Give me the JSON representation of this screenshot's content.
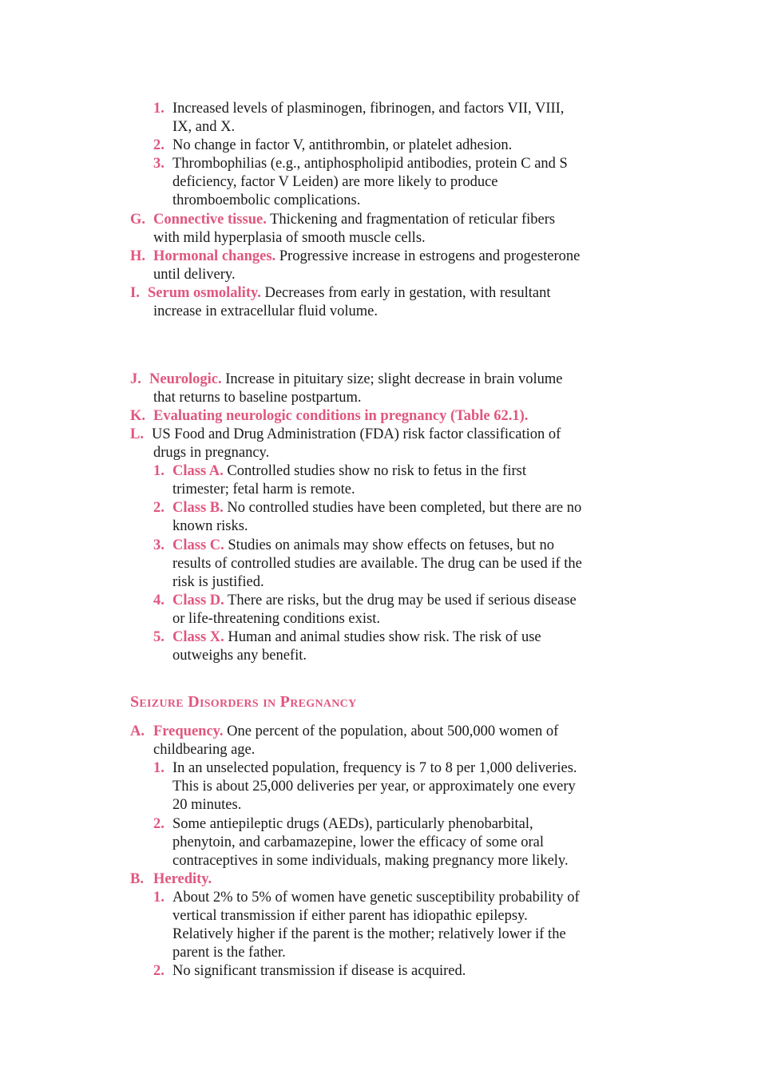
{
  "colors": {
    "accent": "#e0567f",
    "text": "#1a1a1a"
  },
  "items": [
    {
      "id": "f1",
      "num": "1.",
      "lines": [
        "Increased levels of plasminogen, fibrinogen, and factors VII, VIII,",
        "IX, and X."
      ]
    },
    {
      "id": "f2",
      "num": "2.",
      "lines": [
        "No change in factor V, antithrombin, or platelet adhesion."
      ]
    },
    {
      "id": "f3",
      "num": "3.",
      "lines": [
        "Thrombophilias (e.g., antiphospholipid antibodies, protein C and S",
        "deficiency, factor V Leiden) are more likely to produce",
        "thromboembolic complications."
      ]
    },
    {
      "id": "g",
      "num": "G.",
      "kw": "Connective tissue.",
      "lines": [
        " Thickening and fragmentation of reticular fibers",
        "with mild hyperplasia of smooth muscle cells."
      ]
    },
    {
      "id": "h",
      "num": "H.",
      "kw": "Hormonal changes.",
      "lines": [
        " Progressive increase in estrogens and progesterone",
        "until delivery."
      ]
    },
    {
      "id": "i",
      "num": "I.",
      "kw": "Serum osmolality.",
      "lines": [
        " Decreases from early in gestation, with resultant",
        "increase in extracellular fluid volume."
      ]
    },
    {
      "id": "j",
      "num": "J.",
      "kw": "Neurologic.",
      "lines": [
        " Increase in pituitary size; slight decrease in brain volume",
        "that returns to baseline postpartum."
      ]
    },
    {
      "id": "k",
      "num": "K.",
      "kw": "Evaluating neurologic conditions in pregnancy (Table 62.1).",
      "lines": [
        ""
      ]
    },
    {
      "id": "l",
      "num": "L.",
      "lines": [
        "US Food and Drug Administration (FDA) risk factor classification of",
        "drugs in pregnancy."
      ]
    },
    {
      "id": "l1",
      "num": "1.",
      "kw": "Class A.",
      "lines": [
        " Controlled studies show no risk to fetus in the first",
        "trimester; fetal harm is remote."
      ]
    },
    {
      "id": "l2",
      "num": "2.",
      "kw": "Class B.",
      "lines": [
        " No controlled studies have been completed, but there are no",
        "known risks."
      ]
    },
    {
      "id": "l3",
      "num": "3.",
      "kw": "Class C.",
      "lines": [
        " Studies on animals may show effects on fetuses, but no",
        "results of controlled studies are available. The drug can be used if the",
        "risk is justified."
      ]
    },
    {
      "id": "l4",
      "num": "4.",
      "kw": "Class D.",
      "lines": [
        " There are risks, but the drug may be used if serious disease",
        "or life-threatening conditions exist."
      ]
    },
    {
      "id": "l5",
      "num": "5.",
      "kw": "Class X.",
      "lines": [
        " Human and animal studies show risk. The risk of use",
        "outweighs any benefit."
      ]
    },
    {
      "id": "a",
      "num": "A.",
      "kw": "Frequency.",
      "lines": [
        " One percent of the population, about 500,000 women of",
        "childbearing age."
      ]
    },
    {
      "id": "a1",
      "num": "1.",
      "lines": [
        "In an unselected population, frequency is 7 to 8 per 1,000 deliveries.",
        "This is about 25,000 deliveries per year, or approximately one every",
        "20 minutes."
      ]
    },
    {
      "id": "a2",
      "num": "2.",
      "lines": [
        "Some antiepileptic drugs (AEDs), particularly phenobarbital,",
        "phenytoin, and carbamazepine, lower the efficacy of some oral",
        "contraceptives in some individuals, making pregnancy more likely."
      ]
    },
    {
      "id": "b",
      "num": "B.",
      "kw": "Heredity.",
      "lines": [
        ""
      ]
    },
    {
      "id": "b1",
      "num": "1.",
      "lines": [
        "About 2% to 5% of women have genetic susceptibility probability of",
        "vertical transmission if either parent has idiopathic epilepsy.",
        "Relatively higher if the parent is the mother; relatively lower if the",
        "parent is the father."
      ]
    },
    {
      "id": "b2",
      "num": "2.",
      "lines": [
        "No significant transmission if disease is acquired."
      ]
    }
  ],
  "section_heading": "Seizure Disorders in Pregnancy"
}
